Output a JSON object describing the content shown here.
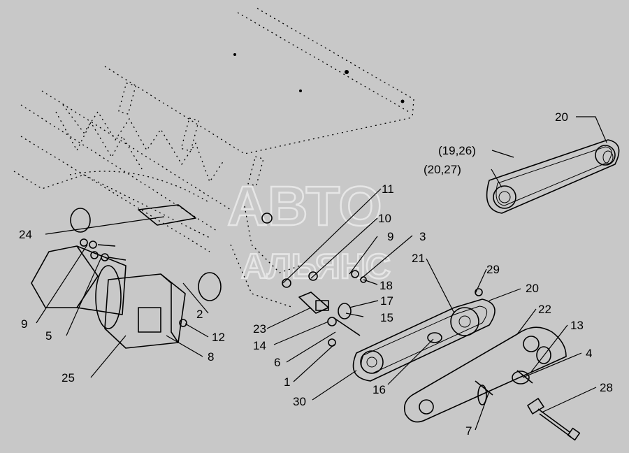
{
  "watermark": {
    "line1": "АВТО",
    "line2": "АЛЬЯНС"
  },
  "callouts": [
    "20",
    "(19,26)",
    "(20,27)",
    "11",
    "10",
    "9",
    "3",
    "24",
    "21",
    "29",
    "18",
    "20",
    "22",
    "13",
    "4",
    "2",
    "9",
    "17",
    "23",
    "15",
    "12",
    "14",
    "5",
    "8",
    "6",
    "25",
    "1",
    "16",
    "28",
    "30",
    "7"
  ],
  "colors": {
    "background": "#c8c8c8",
    "line": "#000000",
    "watermark": "#ffffff"
  }
}
